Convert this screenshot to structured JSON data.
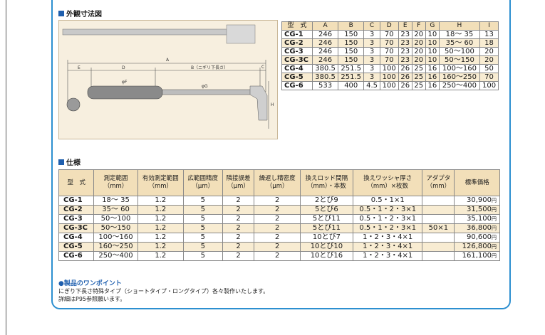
{
  "section1": {
    "title": "外観寸法図"
  },
  "diagram": {
    "labels": {
      "A": "A",
      "B": "B（ニギリ下長さ）",
      "C": "C",
      "D": "D",
      "E": "E",
      "H": "H",
      "phiF": "φF",
      "phiG": "φG"
    }
  },
  "dims": {
    "header": [
      "型　式",
      "A",
      "B",
      "C",
      "D",
      "E",
      "F",
      "G",
      "H",
      "I"
    ],
    "rows": [
      [
        "CG-1",
        "246",
        "150",
        "3",
        "70",
        "23",
        "20",
        "10",
        "18～ 35",
        "13"
      ],
      [
        "CG-2",
        "246",
        "150",
        "3",
        "70",
        "23",
        "20",
        "10",
        "35～ 60",
        "18"
      ],
      [
        "CG-3",
        "246",
        "150",
        "3",
        "70",
        "23",
        "20",
        "10",
        "50～100",
        "20"
      ],
      [
        "CG-3C",
        "246",
        "150",
        "3",
        "70",
        "23",
        "20",
        "10",
        "50～150",
        "20"
      ],
      [
        "CG-4",
        "380.5",
        "251.5",
        "3",
        "100",
        "26",
        "25",
        "16",
        "100～160",
        "50"
      ],
      [
        "CG-5",
        "380.5",
        "251.5",
        "3",
        "100",
        "26",
        "25",
        "16",
        "160～250",
        "70"
      ],
      [
        "CG-6",
        "533",
        "400",
        "4.5",
        "100",
        "26",
        "25",
        "16",
        "250～400",
        "100"
      ]
    ]
  },
  "section2": {
    "title": "仕様"
  },
  "spec": {
    "header": [
      [
        "型　式"
      ],
      [
        "測定範囲",
        "（mm）"
      ],
      [
        "有効測定範囲",
        "（mm）"
      ],
      [
        "広範囲精度",
        "（μm）"
      ],
      [
        "隣接誤差",
        "（μm）"
      ],
      [
        "繰返し精密度",
        "（μm）"
      ],
      [
        "換えロッド間隔",
        "（mm）・本数"
      ],
      [
        "換えワッシャ厚さ",
        "（mm）×枚数"
      ],
      [
        "アダプタ",
        "（mm）"
      ],
      [
        "標準価格"
      ]
    ],
    "yen": "円",
    "rows": [
      [
        "CG-1",
        "18～ 35",
        "1.2",
        "5",
        "2",
        "2",
        "2とび9",
        "0.5・1×1",
        "",
        "30,900"
      ],
      [
        "CG-2",
        "35～ 60",
        "1.2",
        "5",
        "2",
        "2",
        "5とび6",
        "0.5・1・2・3×1",
        "",
        "31,500"
      ],
      [
        "CG-3",
        "50～100",
        "1.2",
        "5",
        "2",
        "2",
        "5とび11",
        "0.5・1・2・3×1",
        "",
        "35,100"
      ],
      [
        "CG-3C",
        "50～150",
        "1.2",
        "5",
        "2",
        "2",
        "5とび11",
        "0.5・1・2・3×1",
        "50×1",
        "36,800"
      ],
      [
        "CG-4",
        "100～160",
        "1.2",
        "5",
        "2",
        "2",
        "10とび7",
        "1・2・3・4×1",
        "",
        "90,600"
      ],
      [
        "CG-5",
        "160～250",
        "1.2",
        "5",
        "2",
        "2",
        "10とび10",
        "1・2・3・4×1",
        "",
        "126,800"
      ],
      [
        "CG-6",
        "250～400",
        "1.2",
        "5",
        "2",
        "2",
        "10とび16",
        "1・2・3・4×1",
        "",
        "161,100"
      ]
    ]
  },
  "notes": {
    "title": "●製品のワンポイント",
    "line1": "にぎり下長さ特殊タイプ（ショートタイプ・ロングタイプ）各々製作いたします。",
    "line2": "詳細はP95参照願います。"
  }
}
